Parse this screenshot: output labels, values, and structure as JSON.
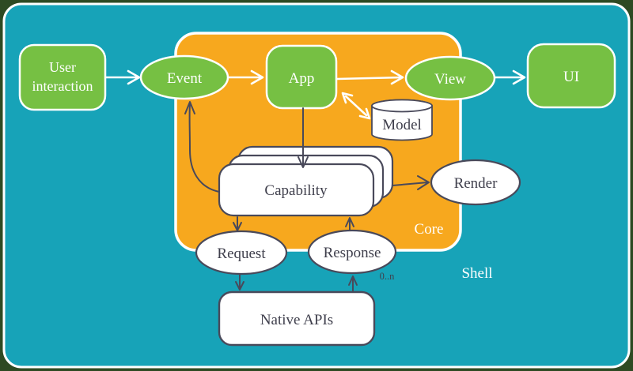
{
  "colors": {
    "outer_background": "#2e4a23",
    "shell_background": "#17a3b8",
    "core_background": "#f7a81e",
    "node_green": "#76c043",
    "node_white": "#ffffff",
    "outline_dark": "#49495a",
    "text_on_green": "#ffffff",
    "text_dark": "#3f3f4c"
  },
  "nodes": {
    "user_interaction": {
      "line1": "User",
      "line2": "interaction"
    },
    "event": {
      "label": "Event"
    },
    "app": {
      "label": "App"
    },
    "view": {
      "label": "View"
    },
    "ui": {
      "label": "UI"
    },
    "model": {
      "label": "Model"
    },
    "capability": {
      "label": "Capability"
    },
    "render": {
      "label": "Render"
    },
    "request": {
      "label": "Request"
    },
    "response": {
      "label": "Response"
    },
    "native_apis": {
      "label": "Native APIs"
    }
  },
  "labels": {
    "core_region": "Core",
    "shell_region": "Shell",
    "multiplicity": "0..n"
  }
}
